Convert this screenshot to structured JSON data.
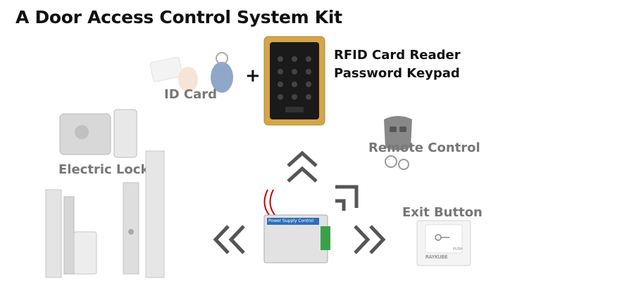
{
  "title": "A Door Access Control System Kit",
  "labels": {
    "id_card": "ID Card",
    "plus": "+",
    "reader_line1": "RFID Card Reader",
    "reader_line2": "Password Keypad",
    "remote": "Remote Control",
    "electric_lock": "Electric Lock",
    "exit_button": "Exit Button"
  },
  "device_text": {
    "power_supply": "Power Supply Control",
    "exit_brand": "RAYKUBE",
    "exit_push": "PUSH"
  },
  "colors": {
    "keypad_gold": "#d4a64a",
    "keypad_panel": "#1a1a1a",
    "fob_blue": "#8fa8c8",
    "arrow_gray": "#555555",
    "metal": "#d8d8d8"
  }
}
